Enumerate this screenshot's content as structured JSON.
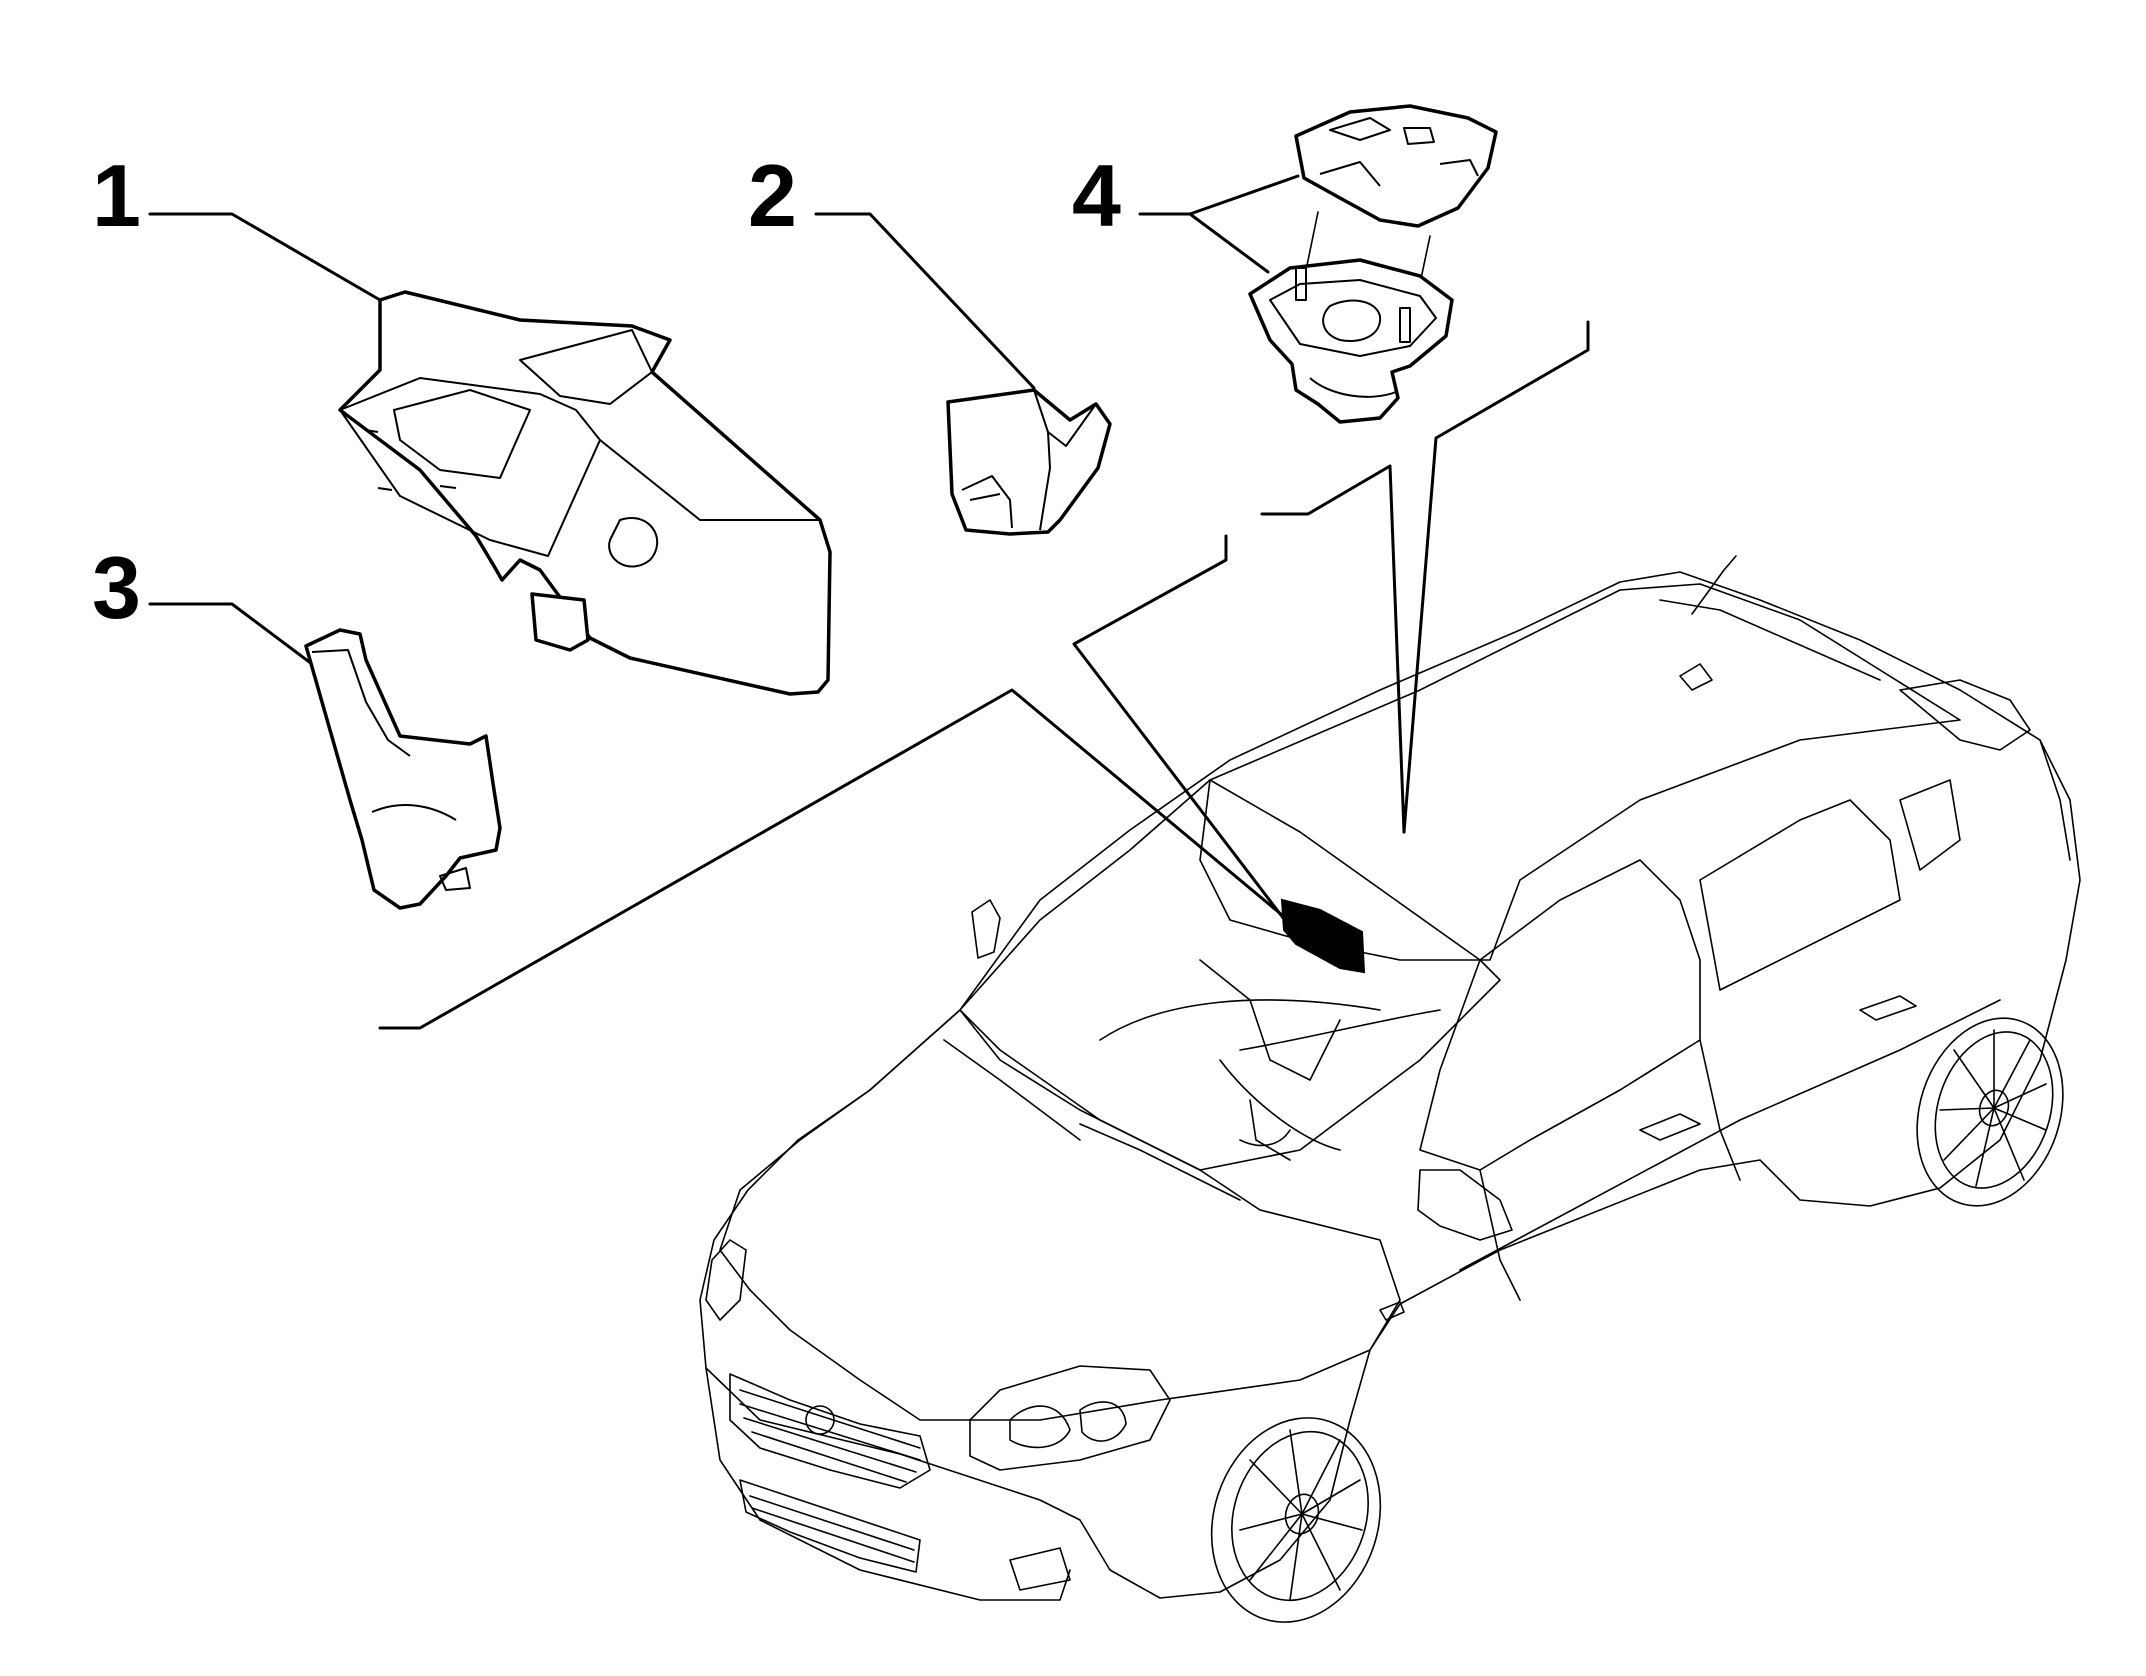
{
  "diagram": {
    "callouts": [
      {
        "id": "1",
        "label": "1"
      },
      {
        "id": "2",
        "label": "2"
      },
      {
        "id": "3",
        "label": "3"
      },
      {
        "id": "4",
        "label": "4"
      }
    ],
    "parts": [
      {
        "id": "1",
        "icon": "rearview-mirror-cover-icon"
      },
      {
        "id": "2",
        "icon": "mirror-base-trim-icon"
      },
      {
        "id": "3",
        "icon": "mirror-stem-cover-icon"
      },
      {
        "id": "4",
        "icon": "roof-lamp-assembly-icon"
      }
    ],
    "vehicle_icon": "hatchback-car-icon"
  }
}
